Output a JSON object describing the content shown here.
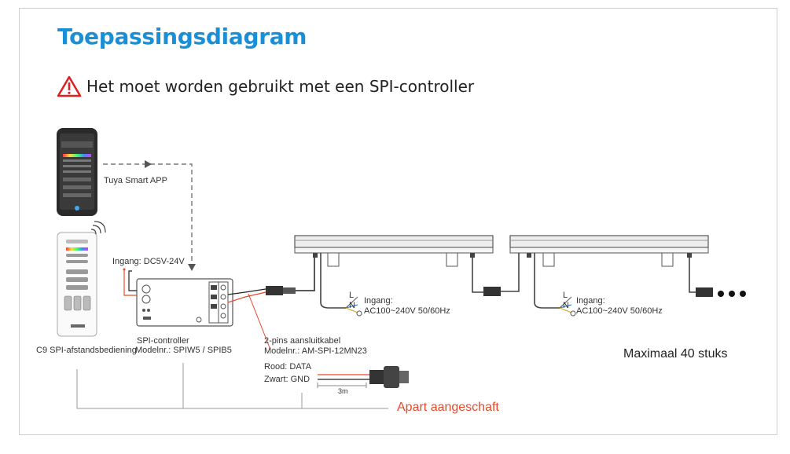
{
  "title": "Toepassingsdiagram",
  "warning": "Het moet worden gebruikt met een SPI-controller",
  "app_label": "Tuya Smart APP",
  "input_dc": "Ingang: DC5V-24V",
  "remote_label": "C9 SPI-afstandsbediening",
  "controller_label_1": "SPI-controller",
  "controller_label_2": "Modelnr.: SPIW5 / SPIB5",
  "cable_label_1": "2-pins aansluitkabel",
  "cable_label_2": "Modelnr.: AM-SPI-12MN23",
  "red_wire": "Rood: DATA",
  "black_wire": "Zwart: GND",
  "cable_length": "3m",
  "ac_input_1_line1": "Ingang:",
  "ac_input_1_line2": "AC100~240V 50/60Hz",
  "ac_input_2_line1": "Ingang:",
  "ac_input_2_line2": "AC100~240V 50/60Hz",
  "wire_L": "L",
  "wire_N": "N",
  "max_label": "Maximaal 40 stuks",
  "separately_purchased": "Apart aangeschaft",
  "colors": {
    "title": "#1b8fd6",
    "accent_red": "#e8492a",
    "warning": "#e01f1f"
  }
}
